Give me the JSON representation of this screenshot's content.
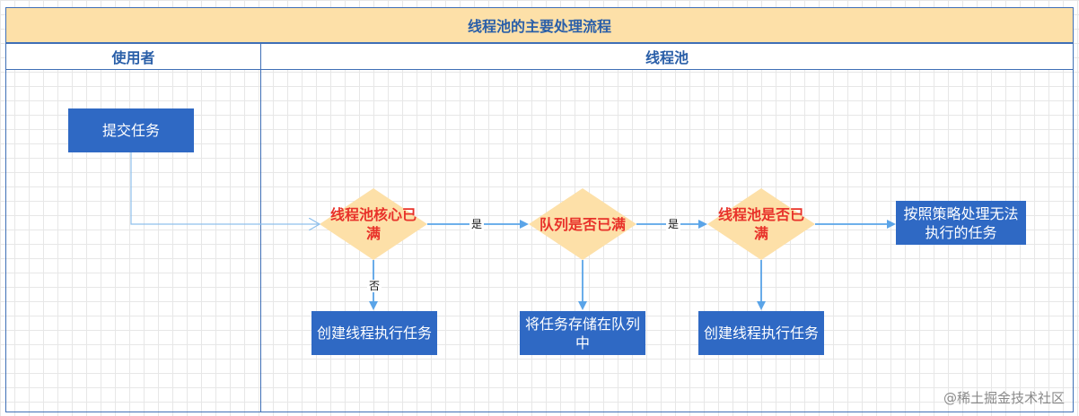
{
  "diagram": {
    "title": "线程池的主要处理流程",
    "lanes": [
      {
        "label": "使用者"
      },
      {
        "label": "线程池"
      }
    ],
    "nodes": {
      "submit": {
        "label": "提交任务"
      },
      "core_full": {
        "label": "线程池核心已满"
      },
      "queue_full": {
        "label": "队列是否已满"
      },
      "pool_full": {
        "label": "线程池是否已满"
      },
      "policy": {
        "label": "按照策略处理无法执行的任务"
      },
      "create_thread_1": {
        "label": "创建线程执行任务"
      },
      "store_queue": {
        "label": "将任务存储在队列中"
      },
      "create_thread_2": {
        "label": "创建线程执行任务"
      }
    },
    "edges": {
      "core_to_queue": {
        "label": "是"
      },
      "queue_to_pool": {
        "label": "是"
      },
      "core_to_create": {
        "label": "否"
      }
    }
  },
  "colors": {
    "header_bg": "#fde0a8",
    "border": "#3f6fb6",
    "box_fill": "#2f69c4",
    "diamond_fill": "#fde0a8",
    "diamond_text": "#e8322a",
    "arrow": "#5aa4e8"
  },
  "watermark": {
    "brand": "@稀土掘金技术社区"
  }
}
